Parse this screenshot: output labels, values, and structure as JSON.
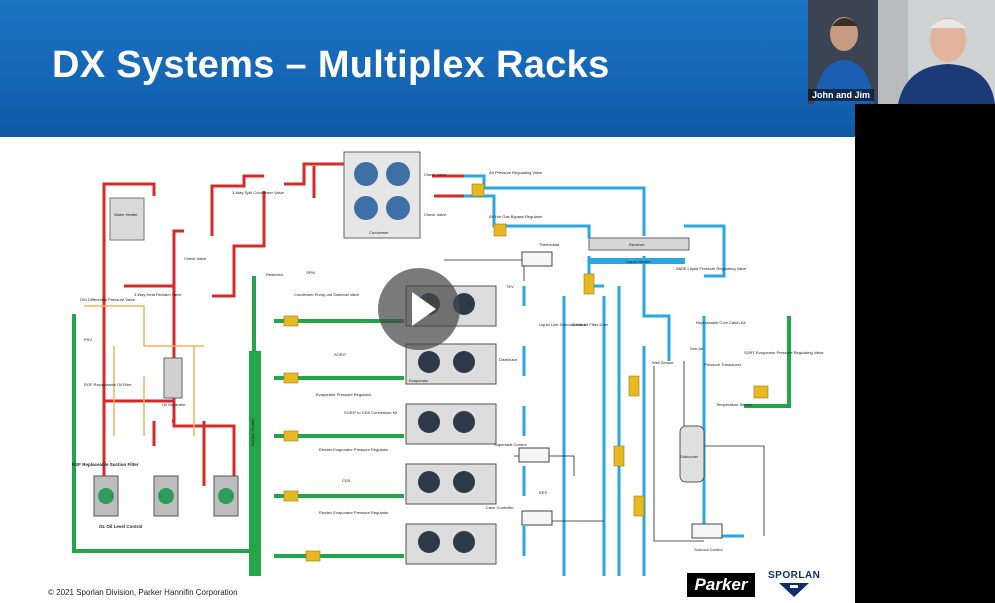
{
  "slide": {
    "title": "DX Systems – Multiplex Racks",
    "copyright": "© 2021 Sporlan Division, Parker Hannifin Corporation",
    "logos": {
      "parker": "Parker",
      "sporlan": "SPORLAN"
    }
  },
  "webcam": {
    "label": "John and Jim"
  },
  "colors": {
    "banner": "#1566b6",
    "discharge": "#d42a2a",
    "liquid": "#2aa7e0",
    "suction": "#23a64a",
    "oil": "#f0b060"
  },
  "diagram": {
    "labels": {
      "check_valve_1": "Check Valve",
      "check_valve_2": "Check Valve",
      "check_valve_3": "Check Valve",
      "a9_prv": "A9 Pressure Regulating Valve",
      "a9_hot_gas": "A9 Hot Gas Bypass Regulator",
      "condenser": "Condenser",
      "split_valve": "3-Way Split Condenser Valve",
      "water_heater": "Water Heater",
      "receiver": "Receiver",
      "liquid_header": "Liquid Header",
      "thermostat": "Thermostat",
      "heat_reclaim": "3-Way Heat Reclaim Valve",
      "restrictor": "Restrictor",
      "spm": "SPM",
      "pump_out": "Condenser Pump-out Solenoid Valve",
      "oil_diff": "OilJ Differential Pressure Valve",
      "psv": "PSV",
      "rof": "ROF Replaceable Oil Filter",
      "oil_sep": "Oil Separator",
      "suction_header": "Suction Header",
      "rsf": "RSF Replaceable Suction Filter",
      "oil_level": "OL Oil Level Control",
      "sorit": "SORIT",
      "epr": "Evaporator Pressure Regulator",
      "sorit_cds": "SORIT to CDS Conversion Kit",
      "elec_epr": "Electric Evaporator Pressure Regulator",
      "cds": "CDS",
      "elec_epr2": "Electric Evaporator Pressure Regulator",
      "tev": "TEV",
      "eev": "EEV",
      "distributor": "Distributor",
      "evaporator": "Evaporator",
      "ll_solenoid": "Liquid Line Solenoid Valve",
      "catch_all": "Catch-All Filter-Drier",
      "superheat": "Superheat Control",
      "case_controller": "Case Controller",
      "a8de": "A8DE Liquid Pressure Regulating Valve",
      "replaceable_core": "Replaceable Core Catch-All",
      "see_all": "See-All",
      "well_sensor": "Well Sensor",
      "pressure_transducer": "Pressure Transducer",
      "temp_sensor": "Temperature Sensor",
      "sub_cooler": "Subcooler",
      "subcool_control": "Subcool Control",
      "sdrt": "SDRT Evaporator Pressure Regulating Valve"
    }
  }
}
